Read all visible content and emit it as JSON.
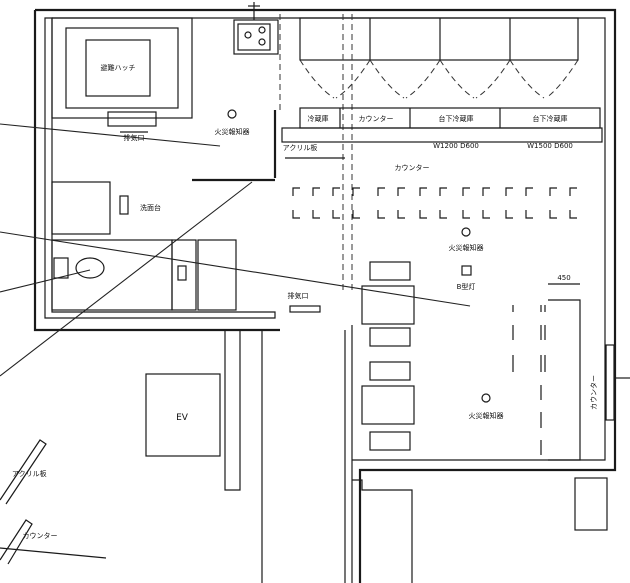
{
  "labels": {
    "hatch": "避難ハッチ",
    "exhaust_left": "排気口",
    "sensor_top": "火災報知器",
    "acrylic": "アクリル板",
    "cabinet_a": "冷蔵庫",
    "cabinet_b": "カウンター",
    "cabinet_c": "台下冷蔵庫",
    "cabinet_d": "台下冷蔵庫",
    "dim_a": "W1200 D600",
    "dim_b": "W1500 D600",
    "counter_mid": "カウンター",
    "sensor_mid": "火災報知器",
    "spot": "B型灯",
    "dim_450": "450",
    "exhaust_mid": "排気口",
    "sensor_low": "火災報知器",
    "counter_right": "カウンター",
    "ev": "EV",
    "counter_bottom": "カウンター",
    "left_partial": "アクリル板",
    "small_sign": "洗面台"
  }
}
